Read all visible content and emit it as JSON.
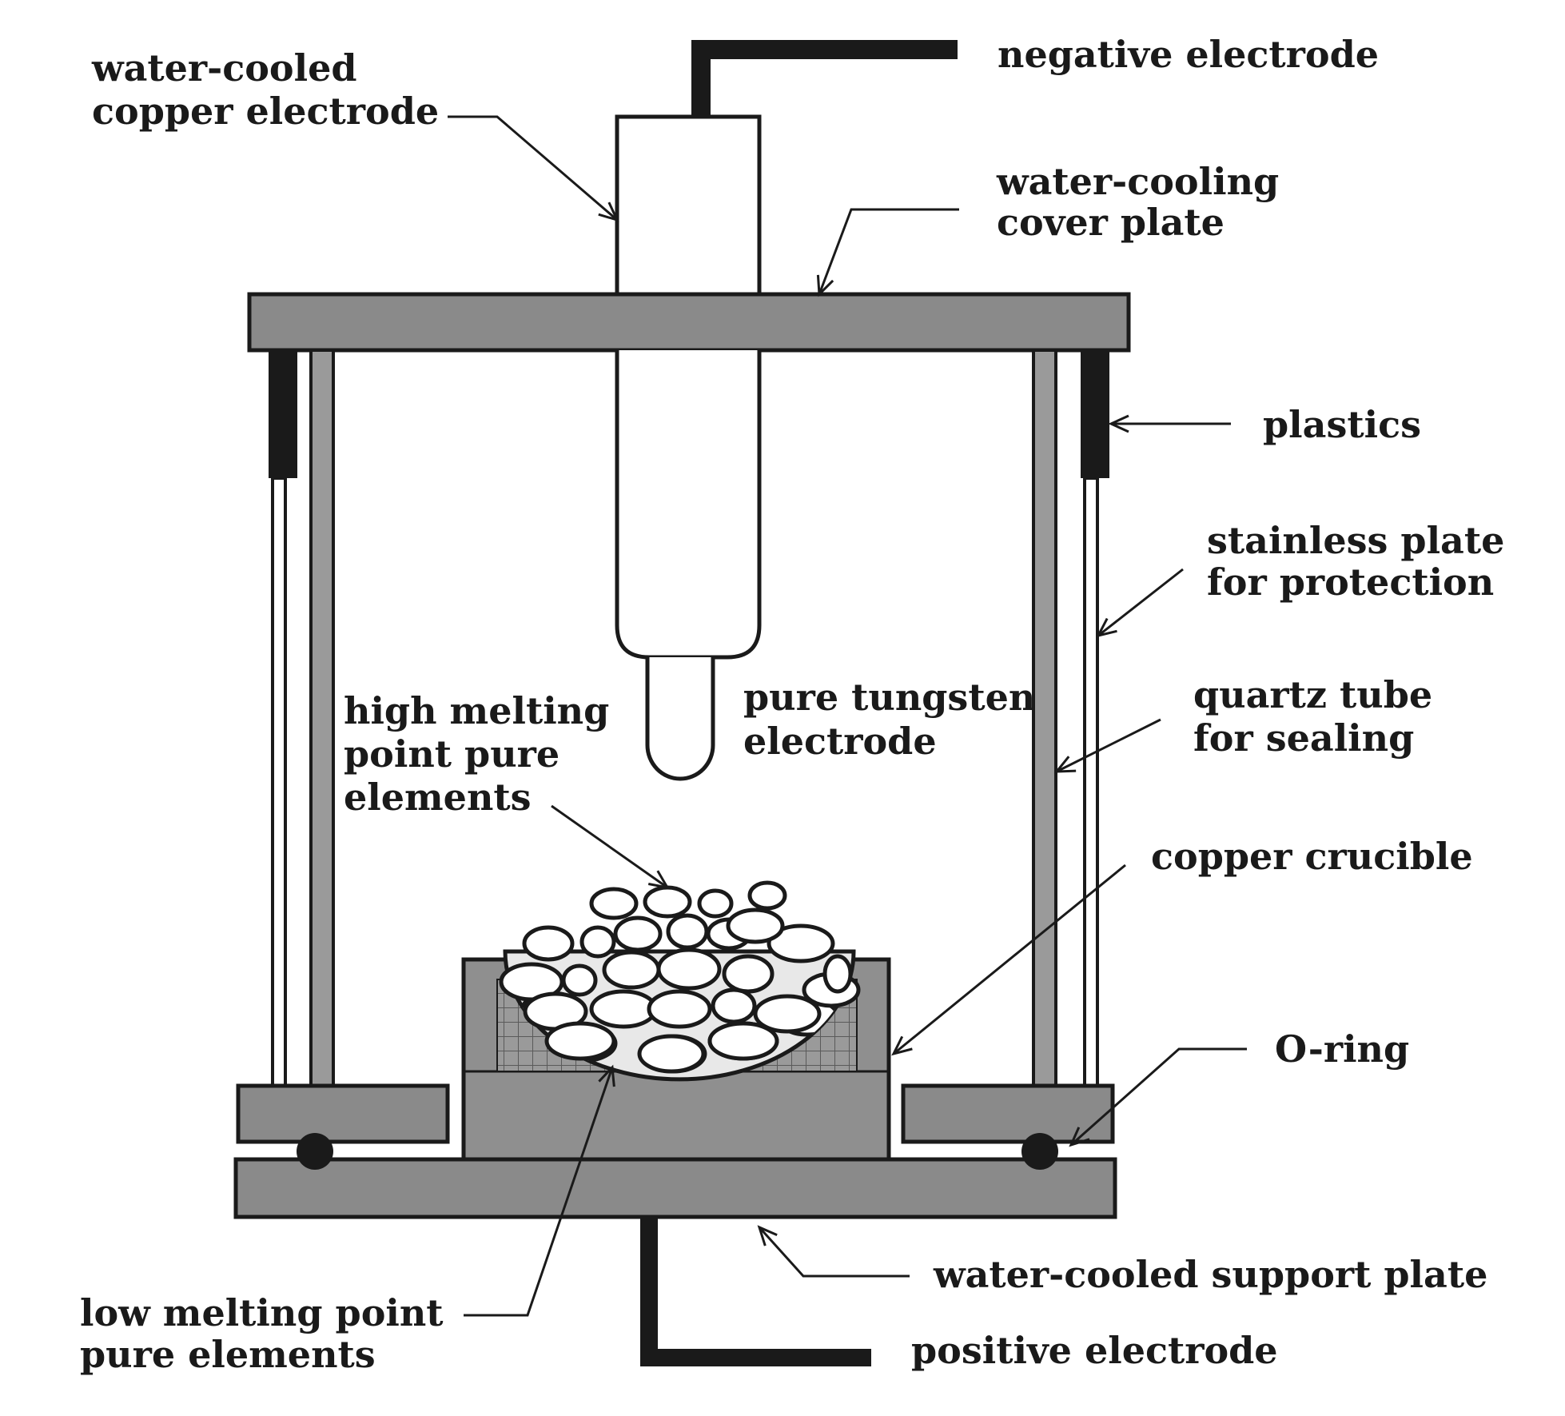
{
  "labels": {
    "water_cooled_copper_electrode": [
      "water-cooled",
      "copper electrode"
    ],
    "negative_electrode": [
      "negative electrode"
    ],
    "water_cooling_cover_plate": [
      "water-cooling",
      "cover plate"
    ],
    "plastics": [
      "plastics"
    ],
    "stainless_plate": [
      "stainless plate",
      "for protection"
    ],
    "quartz_tube": [
      "quartz tube",
      "for sealing"
    ],
    "pure_tungsten_electrode": [
      "pure tungsten",
      "electrode"
    ],
    "high_melting_point": [
      "high melting",
      "point pure",
      "elements"
    ],
    "copper_crucible": [
      "copper crucible"
    ],
    "o_ring": [
      "O-ring"
    ],
    "water_cooled_support_plate": [
      "water-cooled support plate"
    ],
    "low_melting_point": [
      "low melting point",
      "pure elements"
    ],
    "positive_electrode": [
      "positive electrode"
    ]
  },
  "colors": {
    "plate": "#8a8a8a",
    "crucible": "#8f8f8f",
    "stroke": "#1a1a1a",
    "pellet": "#ffffff",
    "background": "#ffffff"
  }
}
